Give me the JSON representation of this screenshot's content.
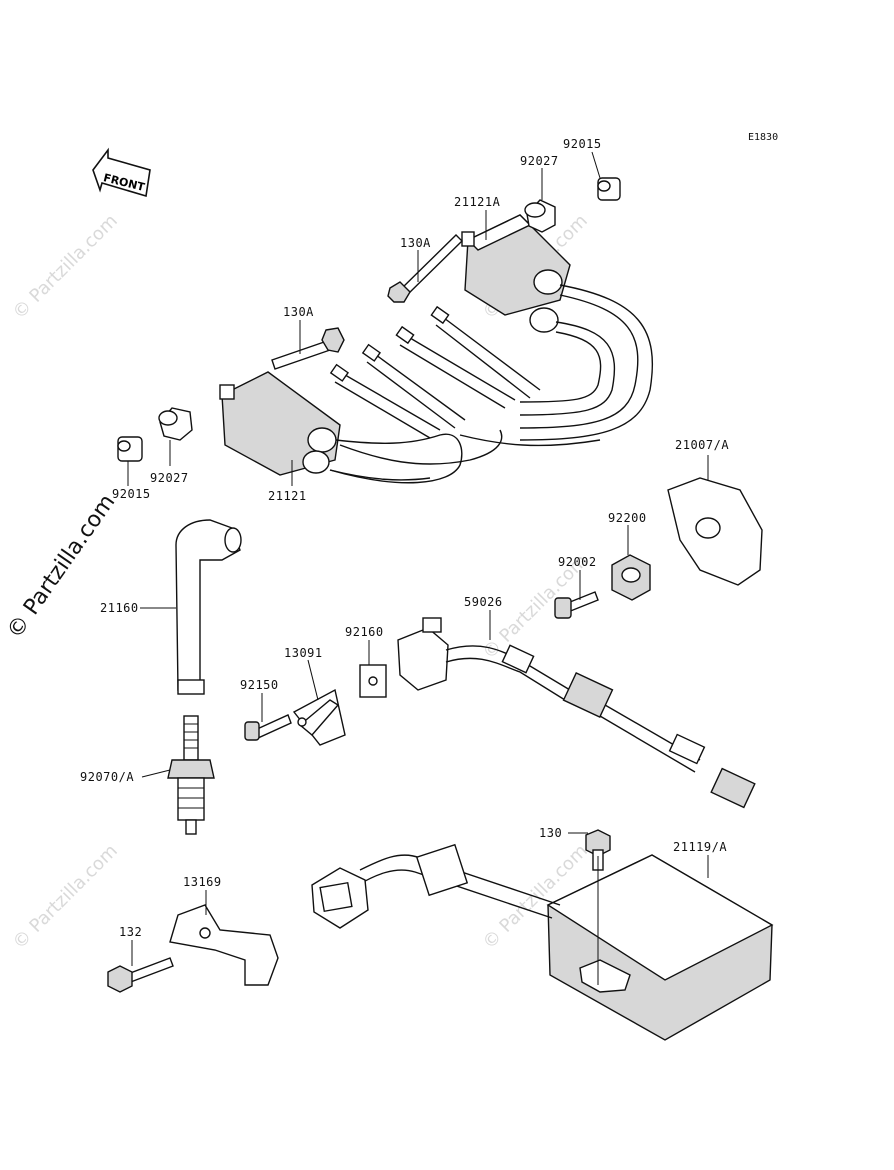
{
  "diagram_code": "E1830",
  "front_label": "FRONT",
  "watermark_side": "© Partzilla.com",
  "watermark_faint": "© Partzilla.com",
  "callouts": {
    "c92015_top": "92015",
    "c92027_top": "92027",
    "c21121A": "21121A",
    "c130A_top": "130A",
    "c130A_left": "130A",
    "c92027_left": "92027",
    "c92015_left": "92015",
    "c21121": "21121",
    "c21007A": "21007/A",
    "c92200": "92200",
    "c92002": "92002",
    "c59026": "59026",
    "c21160": "21160",
    "c92160": "92160",
    "c13091": "13091",
    "c92150": "92150",
    "c92070A": "92070/A",
    "c130": "130",
    "c21119A": "21119/A",
    "c13169": "13169",
    "c132": "132"
  }
}
